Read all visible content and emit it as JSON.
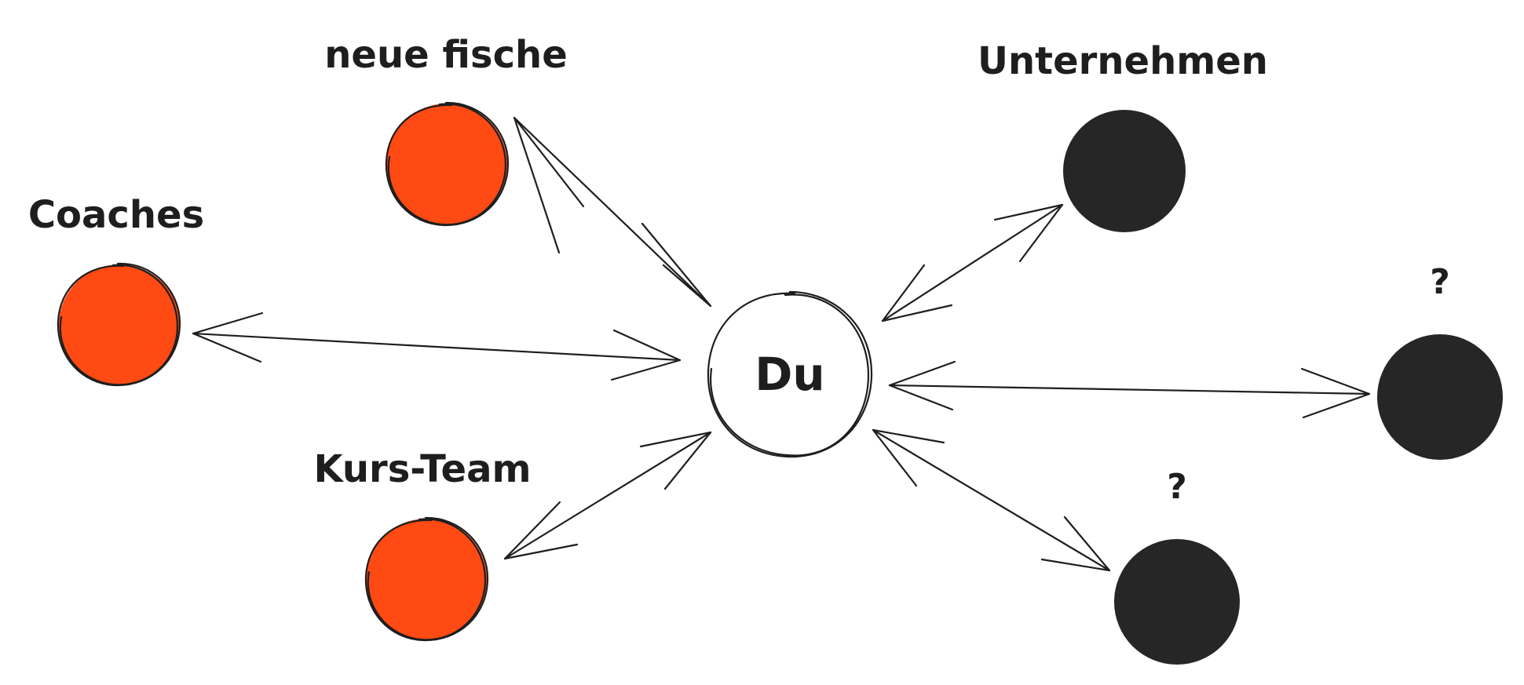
{
  "diagram": {
    "center": {
      "label": "Du",
      "fill": "#ffffff"
    },
    "nodes": [
      {
        "id": "neue-fische",
        "label": "neue fische",
        "fill": "#ff4a13"
      },
      {
        "id": "coaches",
        "label": "Coaches",
        "fill": "#ff4a13"
      },
      {
        "id": "kurs-team",
        "label": "Kurs-Team",
        "fill": "#ff4a13"
      },
      {
        "id": "unternehmen",
        "label": "Unternehmen",
        "fill": "#262626"
      },
      {
        "id": "unknown-right",
        "label": "?",
        "fill": "#262626"
      },
      {
        "id": "unknown-bottom",
        "label": "?",
        "fill": "#262626"
      }
    ],
    "colors": {
      "ink": "#1e1e1e",
      "accent": "#ff4a13",
      "dark": "#262626",
      "background": "#ffffff"
    }
  }
}
